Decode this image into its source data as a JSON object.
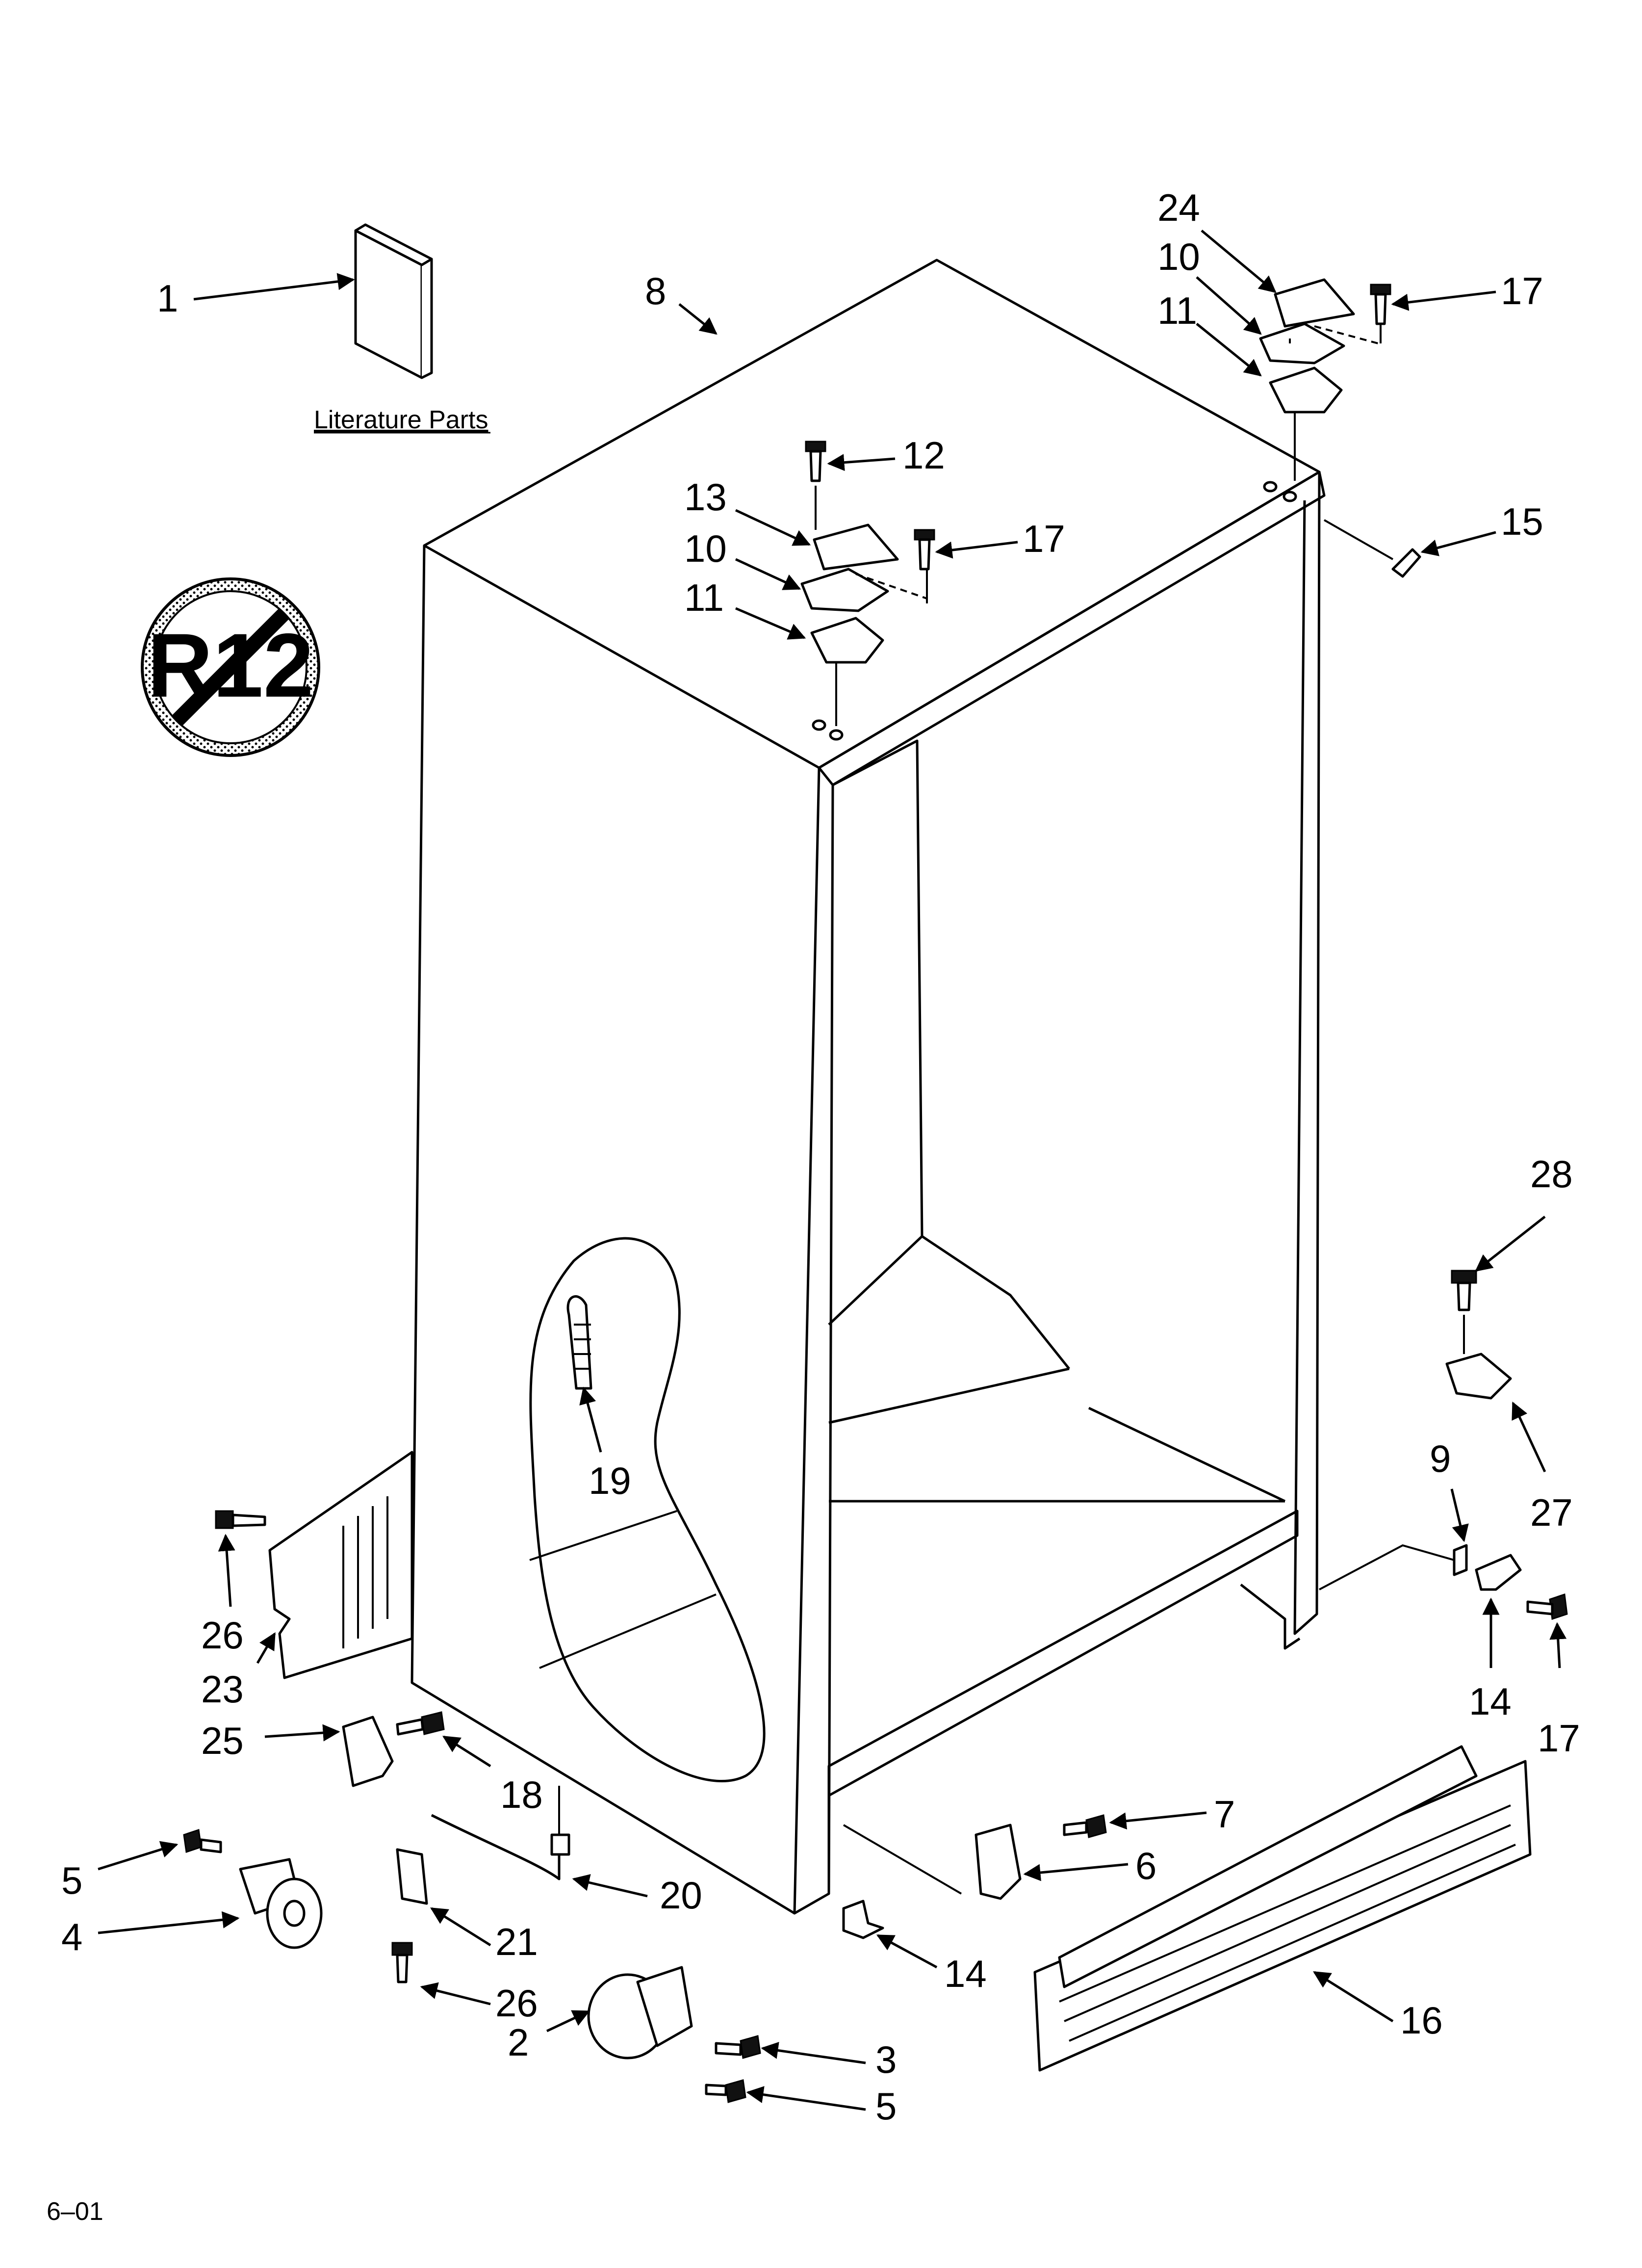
{
  "literature_caption": "Literature Parts",
  "r12_symbol_text": "R12",
  "footer_code": "6–01",
  "callouts": [
    "1",
    "8",
    "24",
    "10",
    "11",
    "17",
    "12",
    "13",
    "10",
    "11",
    "17",
    "15",
    "28",
    "19",
    "9",
    "27",
    "26",
    "23",
    "14",
    "17",
    "25",
    "18",
    "7",
    "6",
    "5",
    "20",
    "4",
    "21",
    "14",
    "26",
    "16",
    "2",
    "3",
    "5"
  ]
}
